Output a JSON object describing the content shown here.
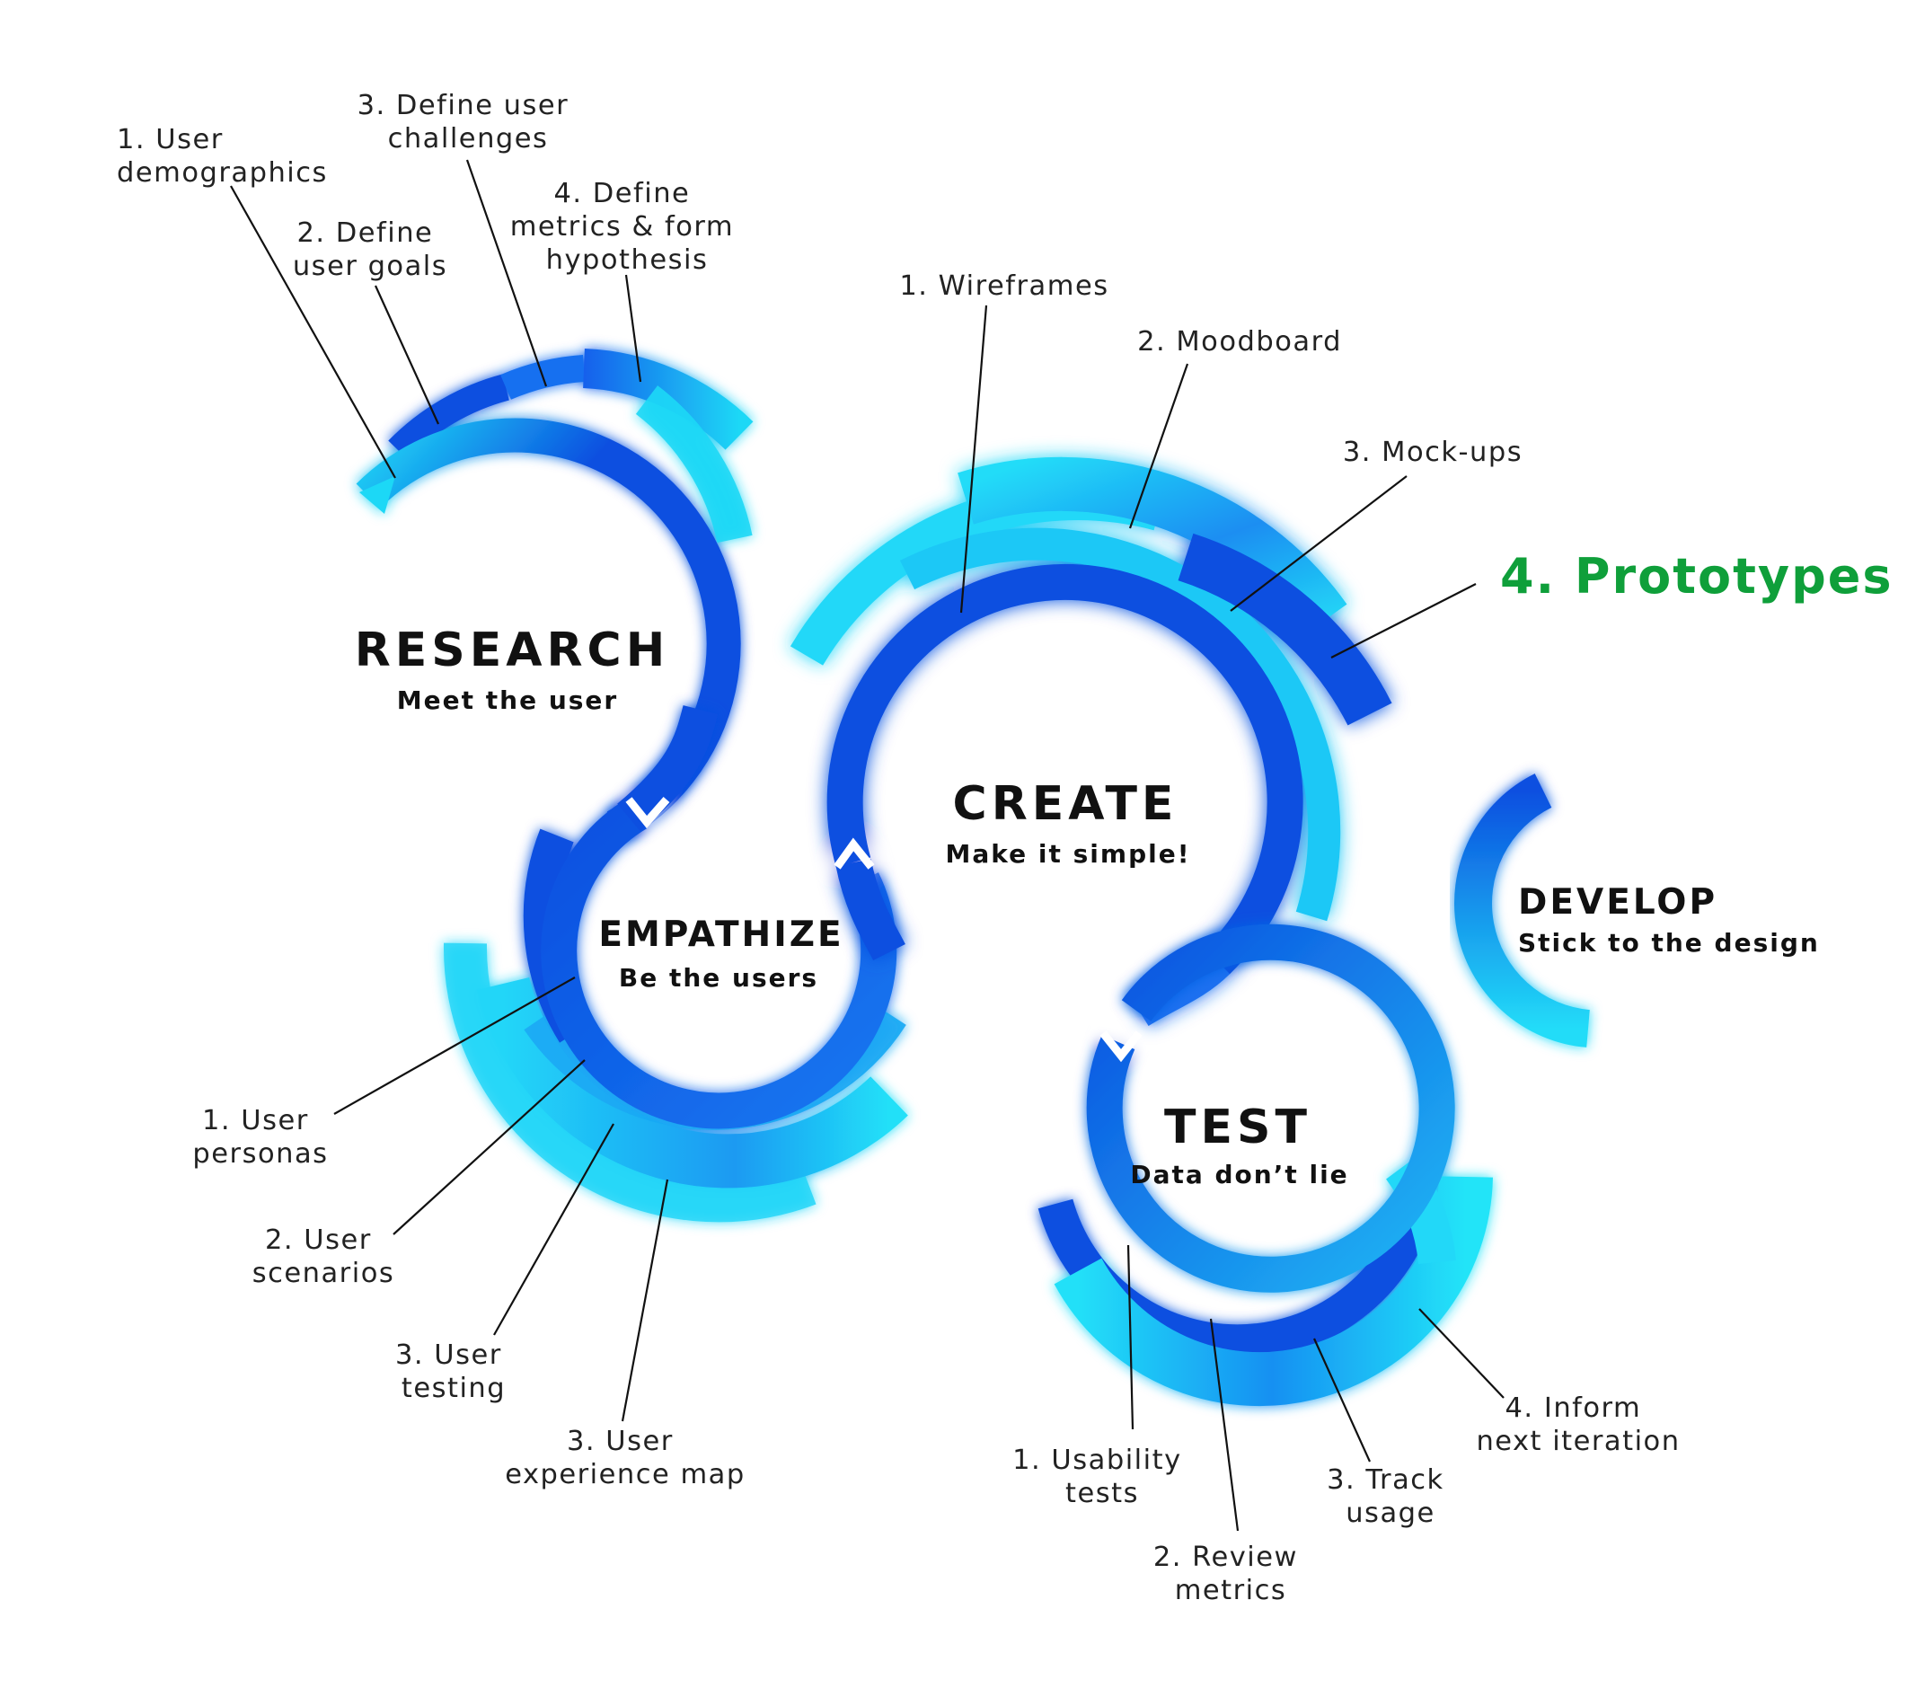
{
  "stages": {
    "research": {
      "title": "RESEARCH",
      "subtitle": "Meet the user"
    },
    "empathize": {
      "title": "EMPATHIZE",
      "subtitle": "Be the users"
    },
    "create": {
      "title": "CREATE",
      "subtitle": "Make it simple!"
    },
    "test": {
      "title": "TEST",
      "subtitle": "Data don’t lie"
    },
    "develop": {
      "title": "DEVELOP",
      "subtitle": "Stick to the design"
    }
  },
  "research_steps": [
    [
      "1. User",
      "demographics"
    ],
    [
      "2. Define",
      "user goals"
    ],
    [
      "3. Define user",
      "challenges"
    ],
    [
      "4. Define",
      "metrics & form",
      "hypothesis"
    ]
  ],
  "empathize_steps": [
    [
      "1. User",
      "personas"
    ],
    [
      "2. User",
      "scenarios"
    ],
    [
      "3. User",
      "testing"
    ],
    [
      "3. User",
      "experience map"
    ]
  ],
  "create_steps": [
    [
      "1. Wireframes"
    ],
    [
      "2. Moodboard"
    ],
    [
      "3. Mock-ups"
    ],
    [
      "4. Prototypes"
    ]
  ],
  "test_steps": [
    [
      "1. Usability",
      "tests"
    ],
    [
      "2. Review",
      "metrics"
    ],
    [
      "3. Track",
      "usage"
    ],
    [
      "4. Inform",
      "next iteration"
    ]
  ],
  "colors": {
    "deep_blue": "#0b4fe0",
    "mid_blue": "#1478f0",
    "cyan": "#1fd8f6",
    "highlight_green": "#0f9f3a",
    "text": "#111111"
  }
}
